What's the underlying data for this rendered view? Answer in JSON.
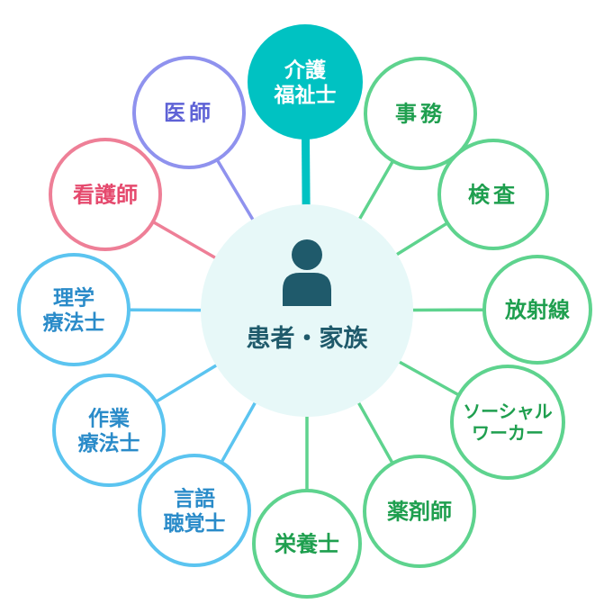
{
  "center": {
    "label": "患者・家族",
    "fill": "#e7f8f8",
    "text_color": "#1f5a6b",
    "icon": "person-icon"
  },
  "roles": [
    {
      "id": "care-worker",
      "lines": [
        "介護",
        "福祉士"
      ],
      "color": "#00c2c2",
      "filled": true
    },
    {
      "id": "clerical",
      "lines": [
        "事務"
      ],
      "color": "#5ed38e",
      "filled": false
    },
    {
      "id": "laboratory",
      "lines": [
        "検査"
      ],
      "color": "#5ed38e",
      "filled": false
    },
    {
      "id": "radiology",
      "lines": [
        "放射線"
      ],
      "color": "#5ed38e",
      "filled": false
    },
    {
      "id": "social-worker",
      "lines": [
        "ソーシャル",
        "ワーカー"
      ],
      "color": "#5ed38e",
      "filled": false
    },
    {
      "id": "pharmacist",
      "lines": [
        "薬剤師"
      ],
      "color": "#5ed38e",
      "filled": false
    },
    {
      "id": "dietitian",
      "lines": [
        "栄養士"
      ],
      "color": "#5ed38e",
      "filled": false
    },
    {
      "id": "speech-therapist",
      "lines": [
        "言語",
        "聴覚士"
      ],
      "color": "#5bc4f0",
      "filled": false
    },
    {
      "id": "occupational-therapist",
      "lines": [
        "作業",
        "療法士"
      ],
      "color": "#5bc4f0",
      "filled": false
    },
    {
      "id": "physical-therapist",
      "lines": [
        "理学",
        "療法士"
      ],
      "color": "#5bc4f0",
      "filled": false
    },
    {
      "id": "nurse",
      "lines": [
        "看護師"
      ],
      "color": "#ee7f97",
      "filled": false
    },
    {
      "id": "doctor",
      "lines": [
        "医師"
      ],
      "color": "#8f92ee",
      "filled": false
    }
  ],
  "colors": {
    "text_green": "#1f9f4f",
    "text_blue": "#2a8bc9",
    "text_pink": "#e54a6e",
    "text_purple": "#5e62d6"
  }
}
